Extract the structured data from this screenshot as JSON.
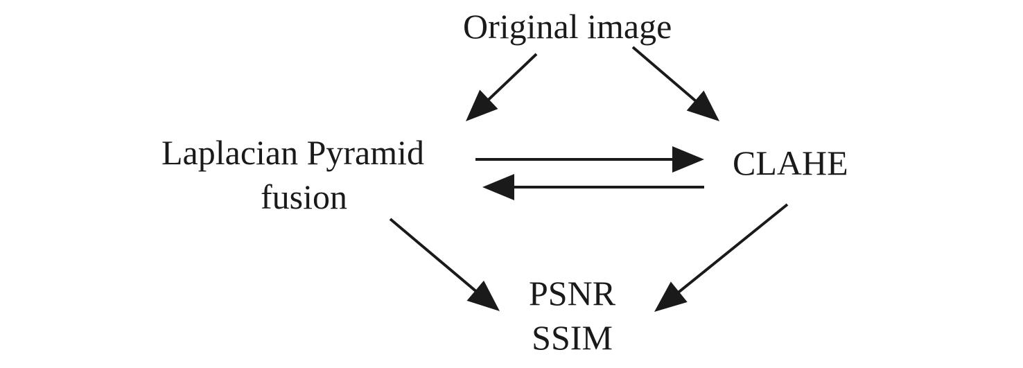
{
  "nodes": {
    "original": {
      "label": "Original image"
    },
    "laplacian": {
      "lines": [
        "Laplacian Pyramid",
        "fusion"
      ]
    },
    "clahe": {
      "label": "CLAHE"
    },
    "metrics": {
      "lines": [
        "PSNR",
        "SSIM"
      ]
    }
  },
  "edges": [
    {
      "from": "original",
      "to": "laplacian"
    },
    {
      "from": "original",
      "to": "clahe"
    },
    {
      "from": "laplacian",
      "to": "clahe"
    },
    {
      "from": "clahe",
      "to": "laplacian"
    },
    {
      "from": "laplacian",
      "to": "metrics"
    },
    {
      "from": "clahe",
      "to": "metrics"
    }
  ],
  "colors": {
    "stroke": "#1a1a1a",
    "text": "#1a1a1a",
    "background": "#ffffff"
  }
}
